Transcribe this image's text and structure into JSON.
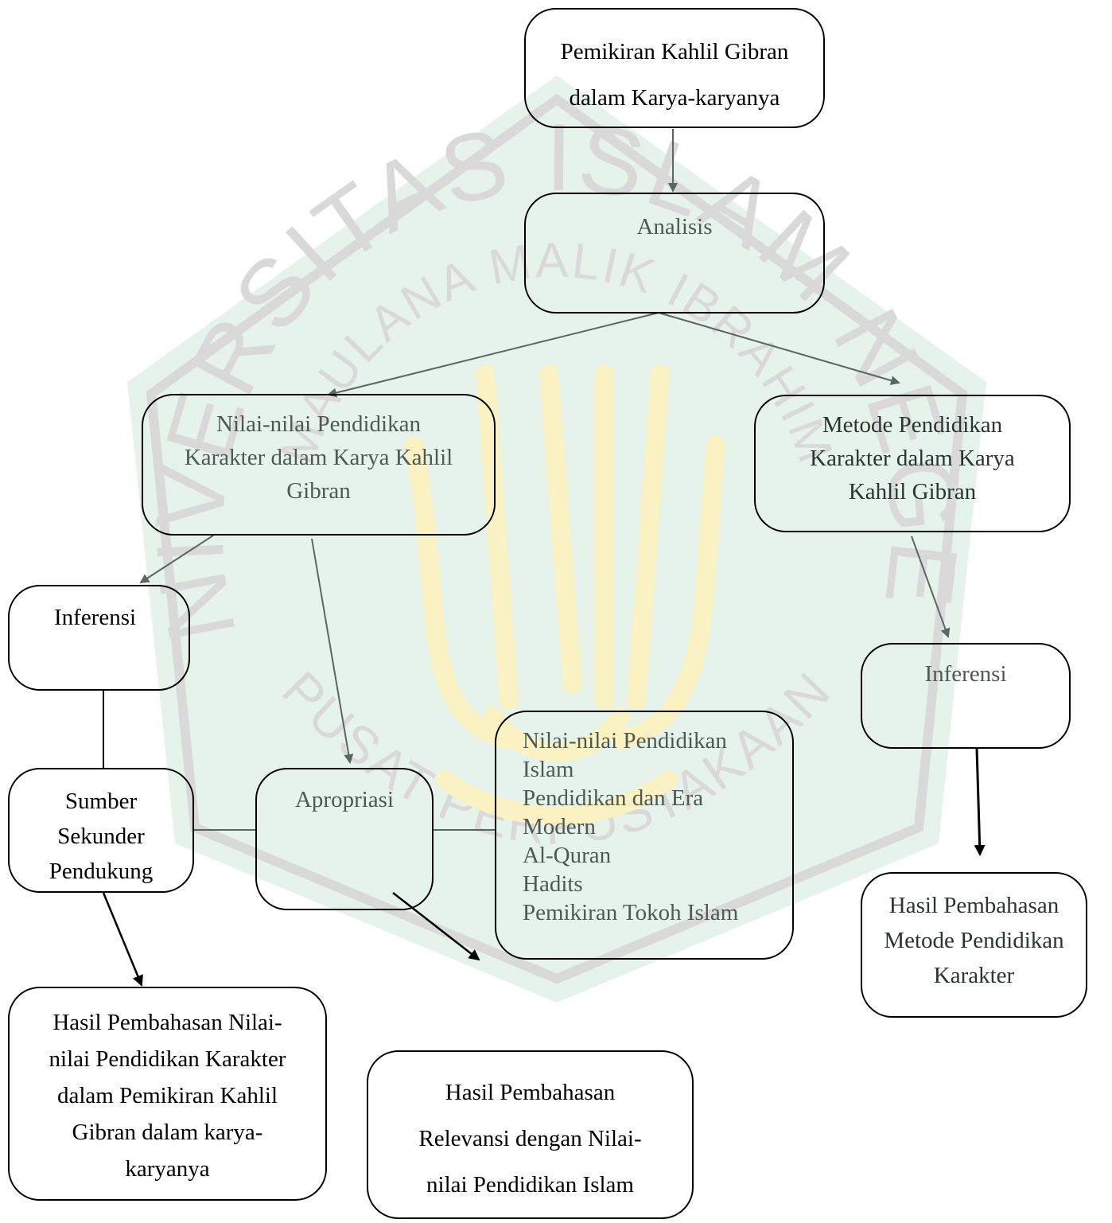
{
  "diagram": {
    "nodes": {
      "pemikiran": {
        "lines": [
          "Pemikiran Kahlil Gibran",
          "dalam Karya-karyanya"
        ]
      },
      "analisis": {
        "lines": [
          "Analisis"
        ]
      },
      "nilai_karakter": {
        "lines": [
          "Nilai-nilai Pendidikan",
          "Karakter dalam Karya Kahlil",
          "Gibran"
        ]
      },
      "metode_karakter": {
        "lines": [
          "Metode Pendidikan",
          "Karakter dalam Karya",
          "Kahlil Gibran"
        ]
      },
      "inferensi_left": {
        "lines": [
          "Inferensi"
        ]
      },
      "inferensi_right": {
        "lines": [
          "Inferensi"
        ]
      },
      "sumber_sekunder": {
        "lines": [
          "Sumber",
          "Sekunder",
          "Pendukung"
        ]
      },
      "apropriasi": {
        "lines": [
          "Apropriasi"
        ]
      },
      "nilai_islam_list": {
        "lines": [
          "Nilai-nilai Pendidikan",
          "Islam",
          "Pendidikan dan Era",
          "Modern",
          "Al-Quran",
          "Hadits",
          "Pemikiran Tokoh Islam"
        ]
      },
      "hasil_metode": {
        "lines": [
          "Hasil Pembahasan",
          "Metode Pendidikan",
          "Karakter"
        ]
      },
      "hasil_nilai_karakter": {
        "lines": [
          "Hasil Pembahasan Nilai-",
          "nilai Pendidikan Karakter",
          "dalam Pemikiran Kahlil",
          "Gibran dalam karya-",
          "karyanya"
        ]
      },
      "hasil_relevansi": {
        "lines": [
          "Hasil Pembahasan",
          "Relevansi dengan  Nilai-",
          "nilai Pendidikan Islam"
        ]
      }
    }
  },
  "watermark": {
    "arc_text": "UNIVERSITAS ISLAM NEGERI",
    "inner_arc_text": "MAULANA MALIK IBRAHIM",
    "bottom_arc_text": "PUSAT PERPUSTAKAAN",
    "colors": {
      "badge": "#e6f3ea",
      "text": "#d9d9d9",
      "calligraphy": "#fbf2c4"
    }
  },
  "colors": {
    "border": "#000000",
    "arrow": "#5a6761",
    "arrow_dark": "#000000"
  }
}
